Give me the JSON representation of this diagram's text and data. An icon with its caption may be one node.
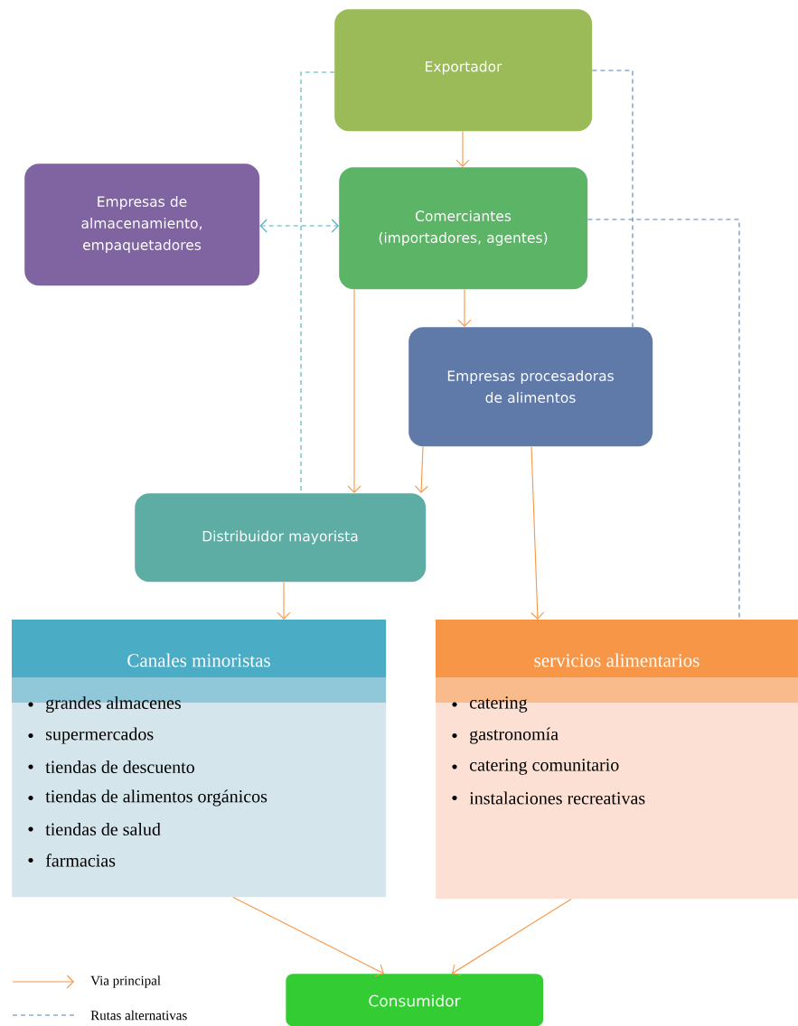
{
  "diagram": {
    "nodes": [
      {
        "text": [
          "Exportador"
        ]
      },
      {
        "text": [
          "Empresas de almacenamiento, empaquetadores"
        ]
      },
      {
        "text": [
          "Comerciantes (importadores, agentes)"
        ]
      },
      {
        "text": [
          "Empresas procesadoras de alimentos"
        ]
      },
      {
        "text": [
          "Distribuidor mayorista"
        ]
      },
      {
        "text": [
          "Canales minoristas",
          "grandes almacenes",
          "supermercados",
          "tiendas de descuento",
          "tiendas de alimentos orgánicos",
          "tiendas de salud",
          "farmacias"
        ]
      },
      {
        "text": [
          "servicios alimentarios",
          "catering",
          "gastronomía",
          "catering comunitario",
          "instalaciones recreativas"
        ]
      },
      {
        "text": [
          "Consumidor"
        ]
      }
    ],
    "edges": [
      {
        "from": 0,
        "to": 2,
        "arrow": "to"
      },
      {
        "from": 1,
        "to": 2,
        "arrow": "both",
        "style": "dashed",
        "color": "#4bacc6"
      },
      {
        "from": 2,
        "to": 3,
        "arrow": "to"
      },
      {
        "from": 2,
        "to": 4,
        "arrow": "to"
      },
      {
        "from": 3,
        "to": 4,
        "arrow": "to"
      },
      {
        "from": 4,
        "to": 5,
        "arrow": "to"
      },
      {
        "from": 3,
        "to": 6,
        "arrow": "to"
      },
      {
        "from": 5,
        "to": 7,
        "arrow": "to"
      },
      {
        "from": 6,
        "to": 7,
        "arrow": "to"
      },
      {
        "from": 0,
        "to": 4,
        "arrow": "none",
        "style": "dashed",
        "color": "#4bacc6"
      },
      {
        "from": 0,
        "to": 3,
        "arrow": "none",
        "style": "dashed",
        "color": "#4f81bd"
      },
      {
        "from": 2,
        "to": 6,
        "arrow": "none",
        "style": "dashed",
        "color": "#4f81bd"
      }
    ],
    "legend": [
      {
        "text": "Via principal"
      },
      {
        "text": "Rutas alternativas"
      }
    ]
  }
}
